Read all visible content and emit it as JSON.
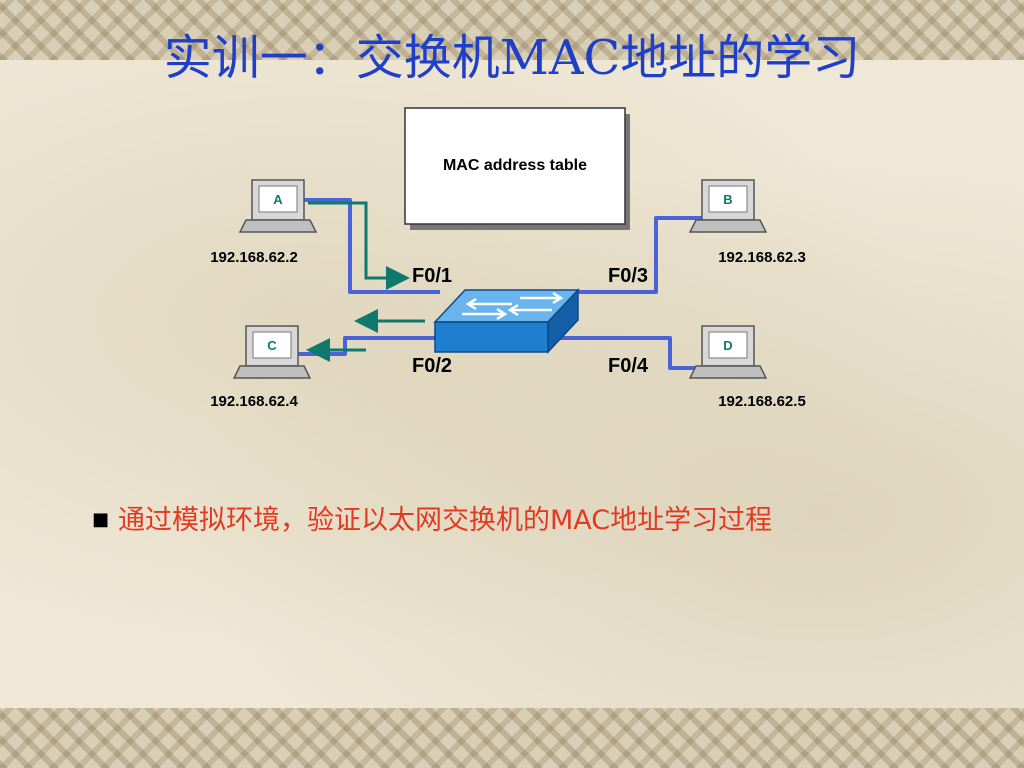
{
  "slide": {
    "title": "实训一：交换机MAC地址的学习",
    "bullet": "通过模拟环境，验证以太网交换机的MAC地址学习过程"
  },
  "diagram": {
    "table_label": "MAC address table",
    "hosts": [
      {
        "id": "A",
        "ip": "192.168.62.2"
      },
      {
        "id": "B",
        "ip": "192.168.62.3"
      },
      {
        "id": "C",
        "ip": "192.168.62.4"
      },
      {
        "id": "D",
        "ip": "192.168.62.5"
      }
    ],
    "ports": [
      "F0/1",
      "F0/2",
      "F0/3",
      "F0/4"
    ]
  },
  "colors": {
    "title": "#1f3fc9",
    "bullet": "#e23a20",
    "link": "#4a63d6",
    "flow": "#0f7a6c",
    "switch": "#1e7fd0",
    "host_label": "#0f7a6c"
  }
}
